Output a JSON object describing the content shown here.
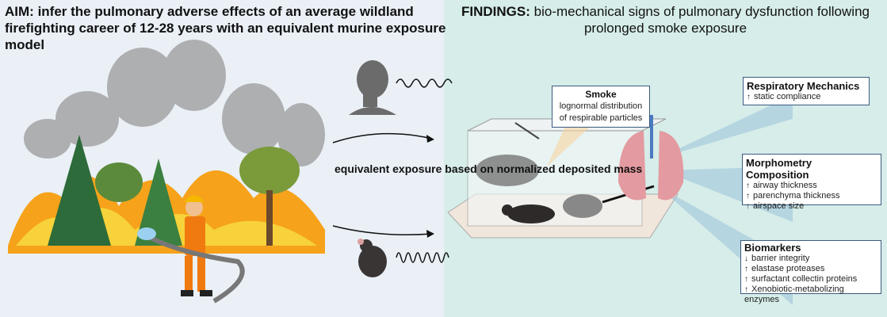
{
  "aim": {
    "prefix": "AIM:",
    "text": "infer the pulmonary adverse effects of an average wildland firefighting career of 12-28 years with an equivalent murine exposure model"
  },
  "findings": {
    "prefix": "FINDINGS:",
    "text": "bio-mechanical signs of pulmonary dysfunction following prolonged smoke exposure"
  },
  "middle_text": "equivalent exposure based on normalized deposited mass",
  "smoke_box": {
    "title": "Smoke",
    "line1": "lognormal distribution",
    "line2": "of respirable particles"
  },
  "respiratory": {
    "title": "Respiratory Mechanics",
    "items": [
      {
        "dir": "↑",
        "text": "static compliance"
      }
    ]
  },
  "morphometry": {
    "title": "Morphometry Composition",
    "items": [
      {
        "dir": "↑",
        "text": "airway thickness"
      },
      {
        "dir": "↑",
        "text": "parenchyma thickness"
      },
      {
        "dir": "↑",
        "text": "airspace size"
      }
    ]
  },
  "biomarkers": {
    "title": "Biomarkers",
    "items": [
      {
        "dir": "↓",
        "text": "barrier integrity"
      },
      {
        "dir": "↑",
        "text": "elastase proteases"
      },
      {
        "dir": "↑",
        "text": "surfactant collectin proteins"
      },
      {
        "dir": "↑",
        "text": "Xenobiotic-metabolizing enzymes"
      }
    ]
  }
}
